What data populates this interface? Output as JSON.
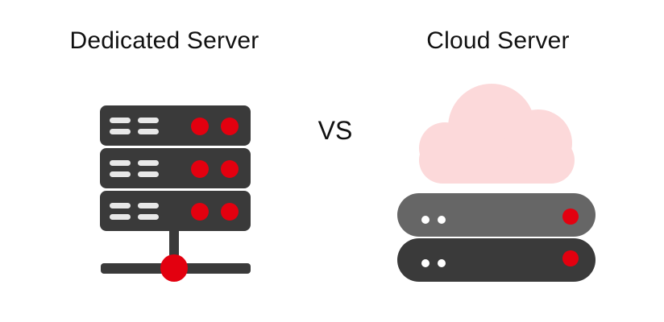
{
  "left_panel": {
    "title": "Dedicated Server",
    "icon": "server-rack-icon"
  },
  "separator": {
    "text": "VS"
  },
  "right_panel": {
    "title": "Cloud Server",
    "icon": "cloud-server-icon"
  },
  "colors": {
    "server_dark": "#3a3a3a",
    "server_gray": "#666666",
    "accent_red": "#e3000f",
    "cloud_pink": "#fcd9da",
    "slot_light": "#e8e8e8"
  }
}
